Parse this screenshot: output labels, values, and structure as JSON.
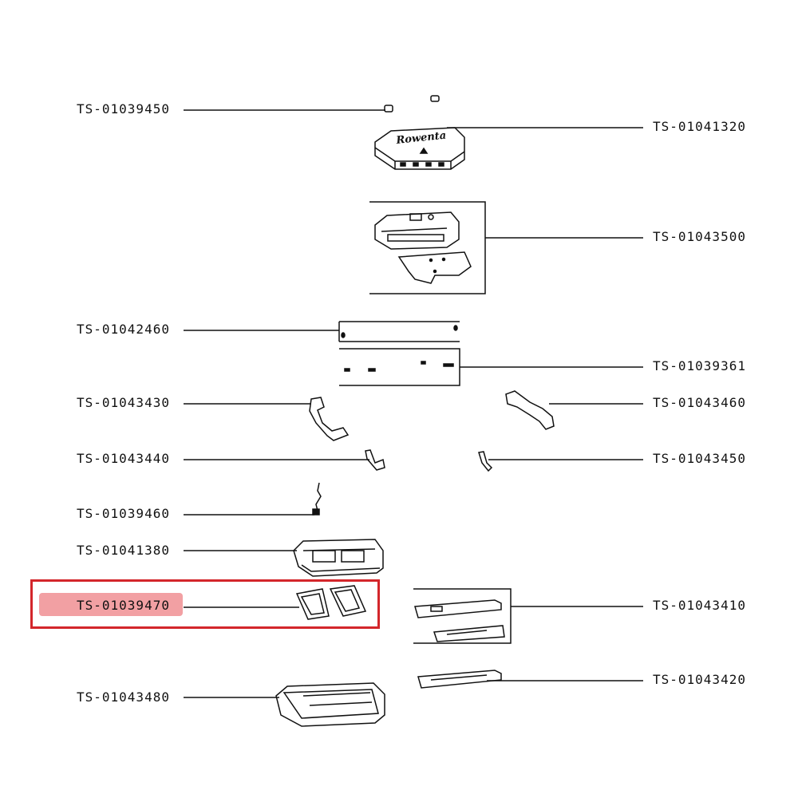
{
  "diagram": {
    "brand_text": "Rowenta",
    "highlight_color": "#d3262b",
    "highlight_fill": "#f2a0a3",
    "selected_part": "TS-01039470",
    "labels": {
      "l1": "TS-01039450",
      "l2": "TS-01042460",
      "l3": "TS-01043430",
      "l4": "TS-01043440",
      "l5": "TS-01039460",
      "l6": "TS-01041380",
      "l7": "TS-01039470",
      "l8": "TS-01043480",
      "r1": "TS-01041320",
      "r2": "TS-01043500",
      "r3": "TS-01039361",
      "r4": "TS-01043460",
      "r5": "TS-01043450",
      "r6": "TS-01043410",
      "r7": "TS-01043420"
    }
  }
}
